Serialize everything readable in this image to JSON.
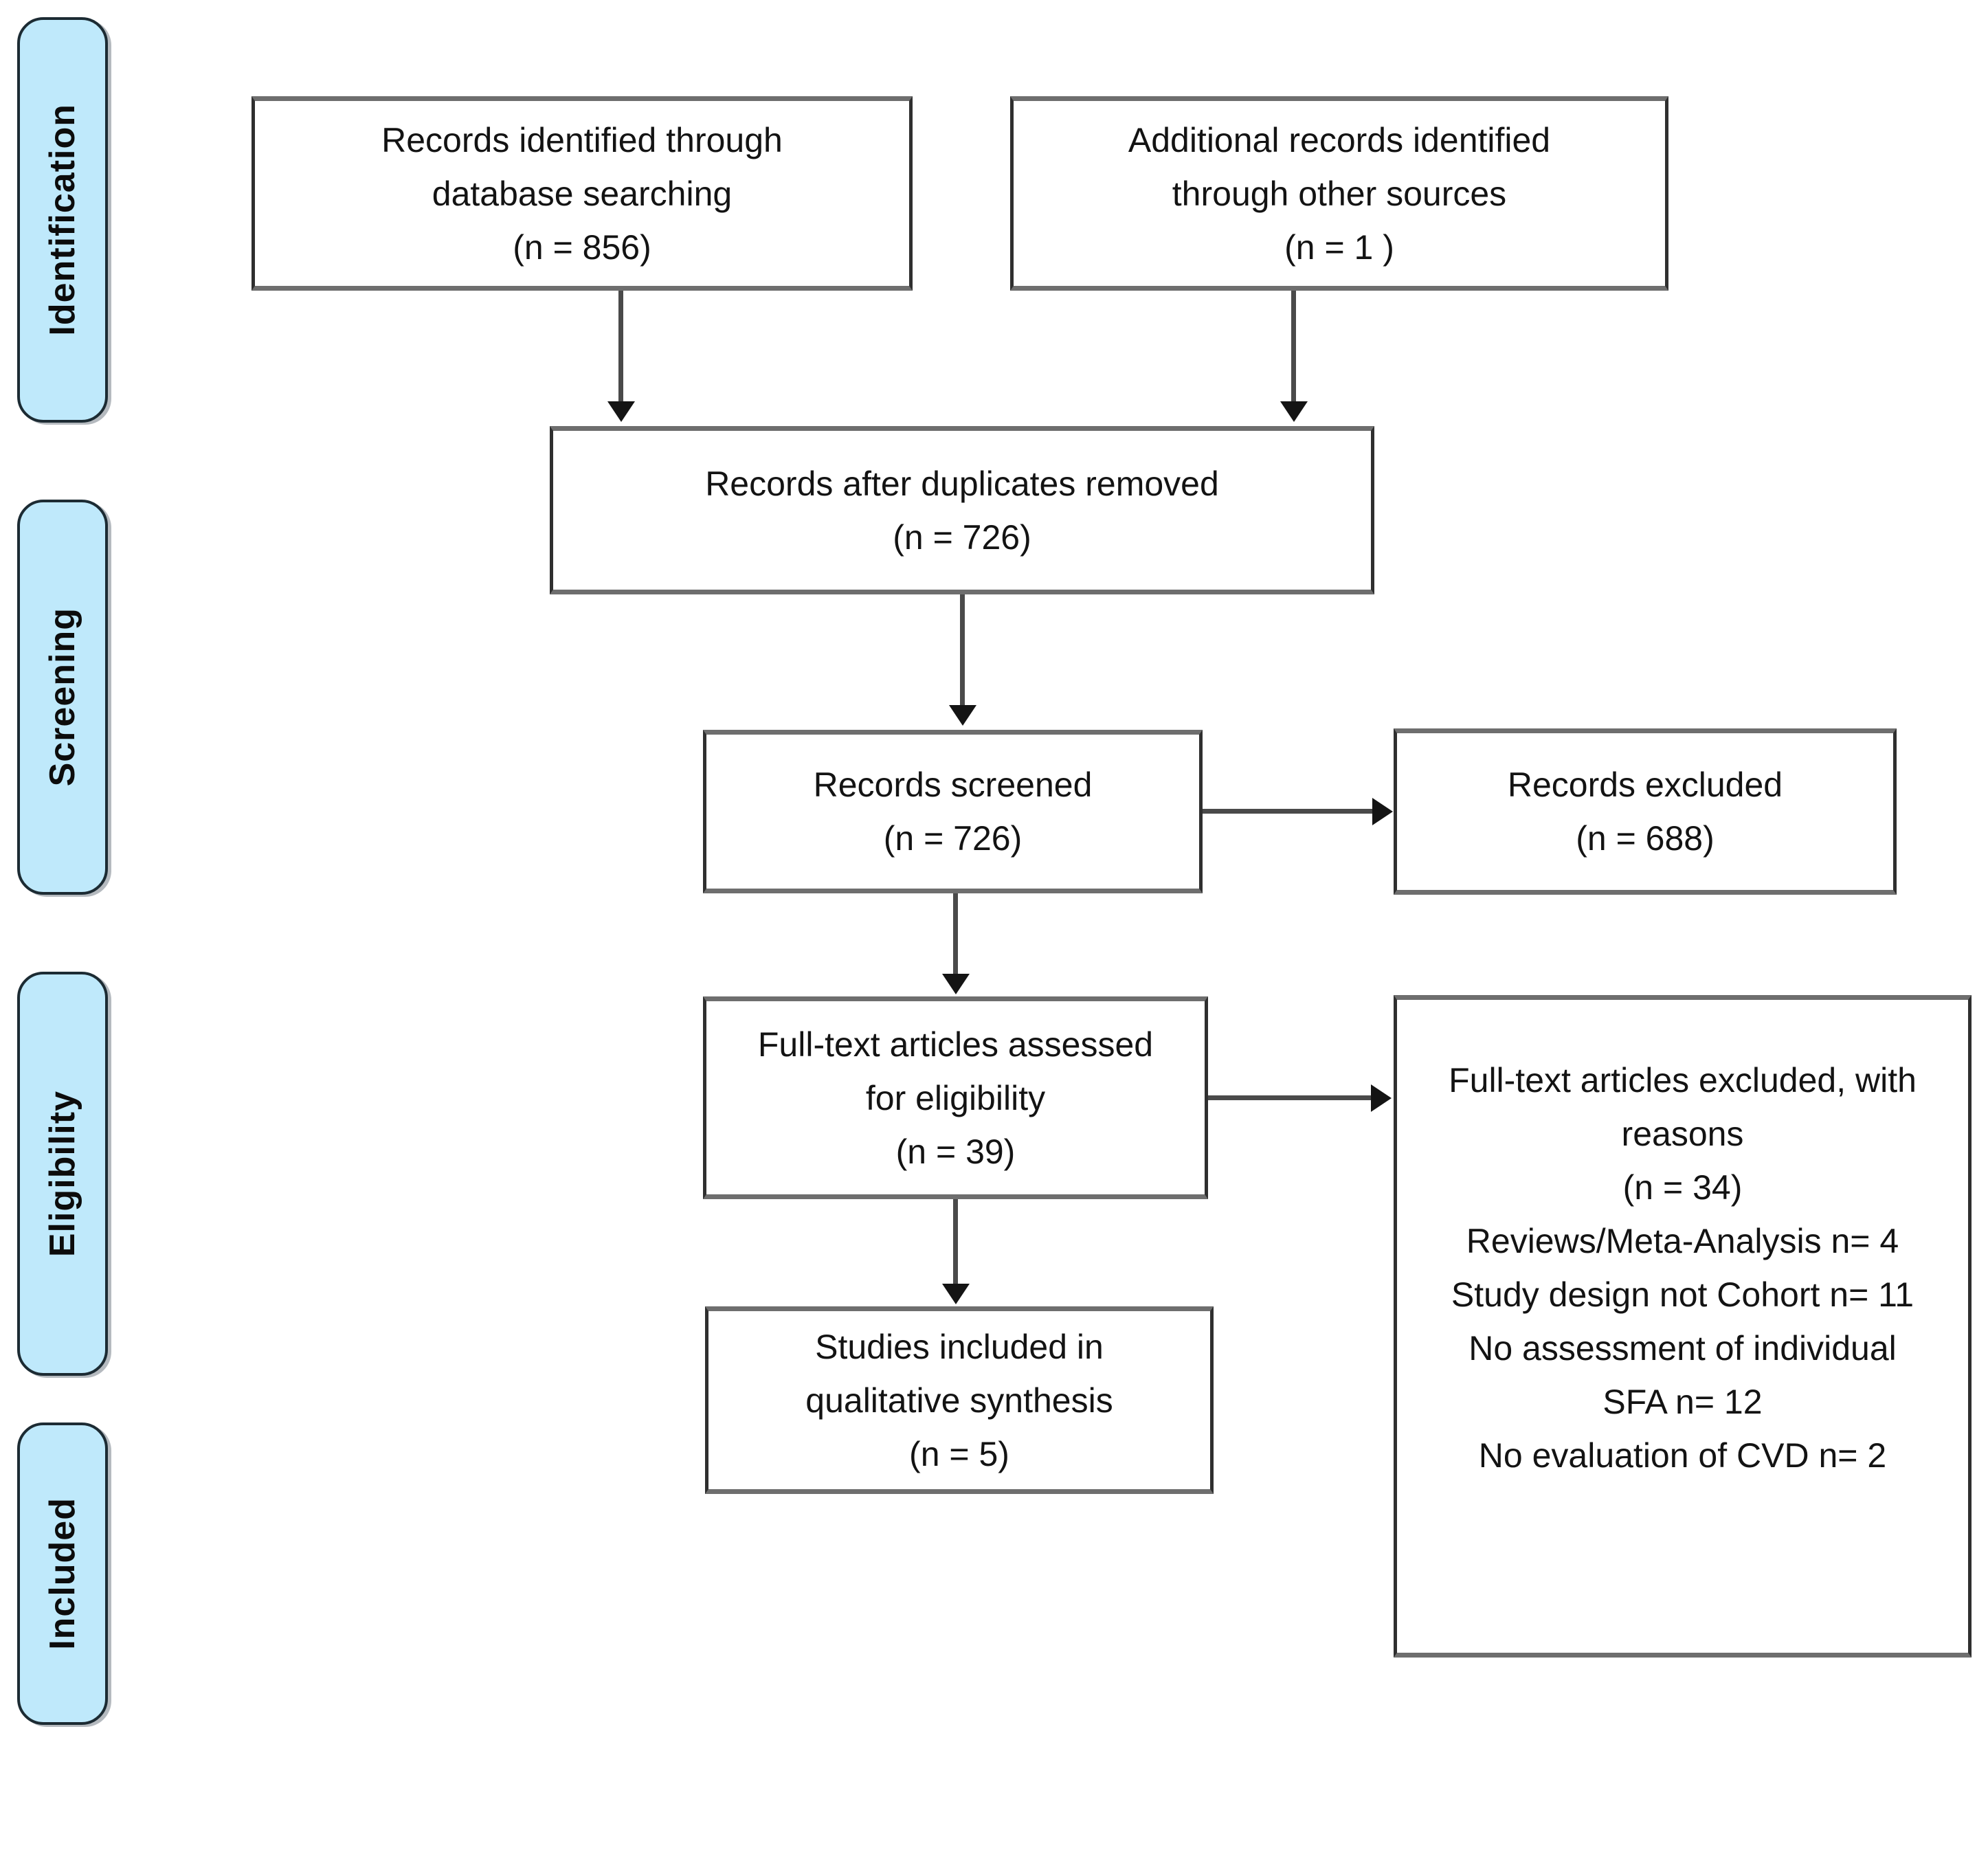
{
  "stages": [
    {
      "label": "Identification"
    },
    {
      "label": "Screening"
    },
    {
      "label": "Eligibility"
    },
    {
      "label": "Included"
    }
  ],
  "nodes": {
    "identified": {
      "text": "Records identified through\ndatabase searching\n(n = 856)",
      "n": 856
    },
    "additional": {
      "text": "Additional records identified\nthrough other sources\n(n = 1 )",
      "n": 1
    },
    "deduplicated": {
      "text": "Records after duplicates removed\n(n = 726)",
      "n": 726
    },
    "screened": {
      "text": "Records screened\n(n = 726)",
      "n": 726
    },
    "records_excluded": {
      "text": "Records excluded\n(n = 688)",
      "n": 688
    },
    "fulltext_assessed": {
      "text": "Full-text articles assessed\nfor eligibility\n(n = 39)",
      "n": 39
    },
    "fulltext_excluded": {
      "text": "Full-text articles excluded, with\nreasons\n(n = 34)\nReviews/Meta-Analysis n= 4\nStudy design not Cohort n= 11\nNo assessment of individual\nSFA n= 12\nNo evaluation of CVD n= 2",
      "n": 34,
      "reasons": [
        {
          "label": "Reviews/Meta-Analysis",
          "n": 4
        },
        {
          "label": "Study design not Cohort",
          "n": 11
        },
        {
          "label": "No assessment of individual SFA",
          "n": 12
        },
        {
          "label": "No evaluation of CVD",
          "n": 2
        }
      ]
    },
    "qualitative_included": {
      "text": "Studies included in\nqualitative synthesis\n(n = 5)",
      "n": 5
    }
  },
  "colors": {
    "stage_fill": "#bfe9fb",
    "stage_border": "#1c2b33",
    "box_fill": "#ffffff",
    "box_border_h": "#6e6e6e",
    "box_border_v": "#2f2f2f",
    "arrow_shaft": "#4a4a4a",
    "arrow_head": "#141414",
    "text": "#131313",
    "background": "#ffffff"
  }
}
